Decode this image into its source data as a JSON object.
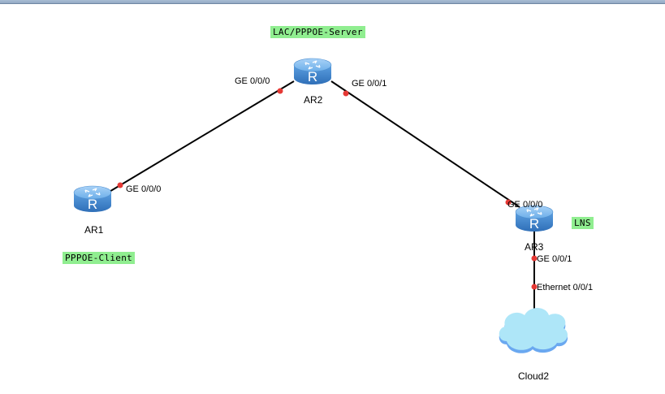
{
  "window": {
    "title_bar": ""
  },
  "devices": [
    {
      "id": "AR1",
      "label": "AR1",
      "type": "router",
      "icon": "router-icon"
    },
    {
      "id": "AR2",
      "label": "AR2",
      "type": "router",
      "icon": "router-icon"
    },
    {
      "id": "AR3",
      "label": "AR3",
      "type": "router",
      "icon": "router-icon"
    },
    {
      "id": "Cloud2",
      "label": "Cloud2",
      "type": "cloud",
      "icon": "cloud-icon"
    }
  ],
  "links": [
    {
      "from": "AR1",
      "from_port": "GE 0/0/0",
      "to": "AR2",
      "to_port": "GE 0/0/0"
    },
    {
      "from": "AR2",
      "from_port": "GE 0/0/1",
      "to": "AR3",
      "to_port": "GE 0/0/0"
    },
    {
      "from": "AR3",
      "from_port": "GE 0/0/1",
      "to": "Cloud2",
      "to_port": "Ethernet 0/0/1"
    }
  ],
  "ports": {
    "ar2_ge000": "GE 0/0/0",
    "ar2_ge001": "GE 0/0/1",
    "ar1_ge000": "GE 0/0/0",
    "ar3_ge000": "GE 0/0/0",
    "ar3_ge001": "GE 0/0/1",
    "cloud2_eth001": "Ethernet 0/0/1"
  },
  "notes": {
    "lac": "LAC/PPPOE-Server",
    "client": "PPPOE-Client",
    "lns": "LNS"
  },
  "colors": {
    "note_bg": "#90ee90",
    "router_body": "#4a90d9",
    "port_dot": "#e53935",
    "cloud": "#aee6f8"
  }
}
